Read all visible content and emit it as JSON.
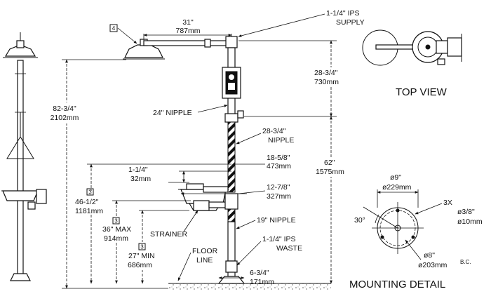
{
  "labels": {
    "supply_size": "1-1/4\" IPS",
    "supply": "SUPPLY",
    "arm_in": "31\"",
    "arm_mm": "787mm",
    "height_in": "82-3/4\"",
    "height_mm": "2102mm",
    "upper_in": "28-3/4\"",
    "upper_mm": "730mm",
    "nipple24": "24\" NIPPLE",
    "nipple2834_in": "28-3/4\"",
    "nipple2834_word": "NIPPLE",
    "valve_in": "62\"",
    "valve_mm": "1575mm",
    "ext_in": "18-5/8\"",
    "ext_mm": "473mm",
    "offset_in": "1-1/4\"",
    "offset_mm": "32mm",
    "bowl_in": "12-7/8\"",
    "bowl_mm": "327mm",
    "bowl_h_in": "46-1/2\"",
    "bowl_h_mm": "1181mm",
    "nipple19": "19\" NIPPLE",
    "max_in": "36\" MAX",
    "max_mm": "914mm",
    "strainer": "STRAINER",
    "min_in": "27\" MIN",
    "min_mm": "686mm",
    "floor1": "FLOOR",
    "floor2": "LINE",
    "waste_size": "1-1/4\" IPS",
    "waste": "WASTE",
    "flange_in": "6-3/4\"",
    "flange_mm": "171mm",
    "top_view": "TOP VIEW",
    "mounting_detail": "MOUNTING DETAIL",
    "plate_in": "ø9\"",
    "plate_mm": "ø229mm",
    "holes_count": "3X",
    "hole_in": "ø3/8\"",
    "hole_mm": "ø10mm",
    "angle": "30°",
    "bc_in": "ø8\"",
    "bc_mm": "ø203mm",
    "bc": "B.C.",
    "note4": "4",
    "note3a": "3",
    "note3b": "3",
    "note3c": "3"
  }
}
